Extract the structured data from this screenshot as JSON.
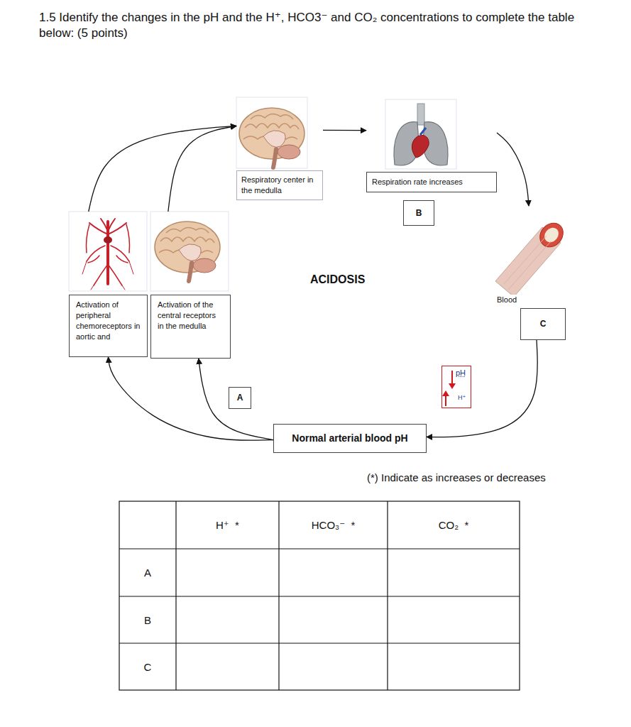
{
  "diagram": {
    "title": "1.5 Identify the changes in the pH and the H⁺, HCO3⁻ and CO₂ concentrations to complete the table below: (5 points)",
    "nodes": [
      {
        "text": [
          "Respiratory center in the medulla"
        ]
      },
      {
        "text": [
          "Respiration rate increases"
        ]
      },
      {
        "text": [
          "B"
        ]
      },
      {
        "text": [
          "Blood",
          "C"
        ]
      },
      {
        "text": [
          "Activation of peripheral chemoreceptors in aortic and"
        ]
      },
      {
        "text": [
          "Activation of the central receptors in the medulla"
        ]
      },
      {
        "text": [
          "A"
        ]
      },
      {
        "text": [
          "pH",
          "H⁺"
        ]
      },
      {
        "text": [
          "Normal arterial blood pH"
        ]
      }
    ],
    "edges": [
      {
        "from": 4,
        "to": 0,
        "arrow": "to"
      },
      {
        "from": 5,
        "to": 0,
        "arrow": "to"
      },
      {
        "from": 0,
        "to": 1,
        "arrow": "to"
      },
      {
        "from": 1,
        "to": 3,
        "arrow": "to"
      },
      {
        "from": 3,
        "to": 8,
        "arrow": "to"
      },
      {
        "from": 8,
        "to": 4,
        "arrow": "to"
      },
      {
        "from": 8,
        "to": 5,
        "arrow": "to"
      }
    ],
    "labels": [
      "ACIDOSIS",
      "(*) Indicate as increases or decreases",
      "H⁺  *",
      "HCO₃⁻  *",
      "CO₂  *",
      "A",
      "B",
      "C"
    ]
  }
}
